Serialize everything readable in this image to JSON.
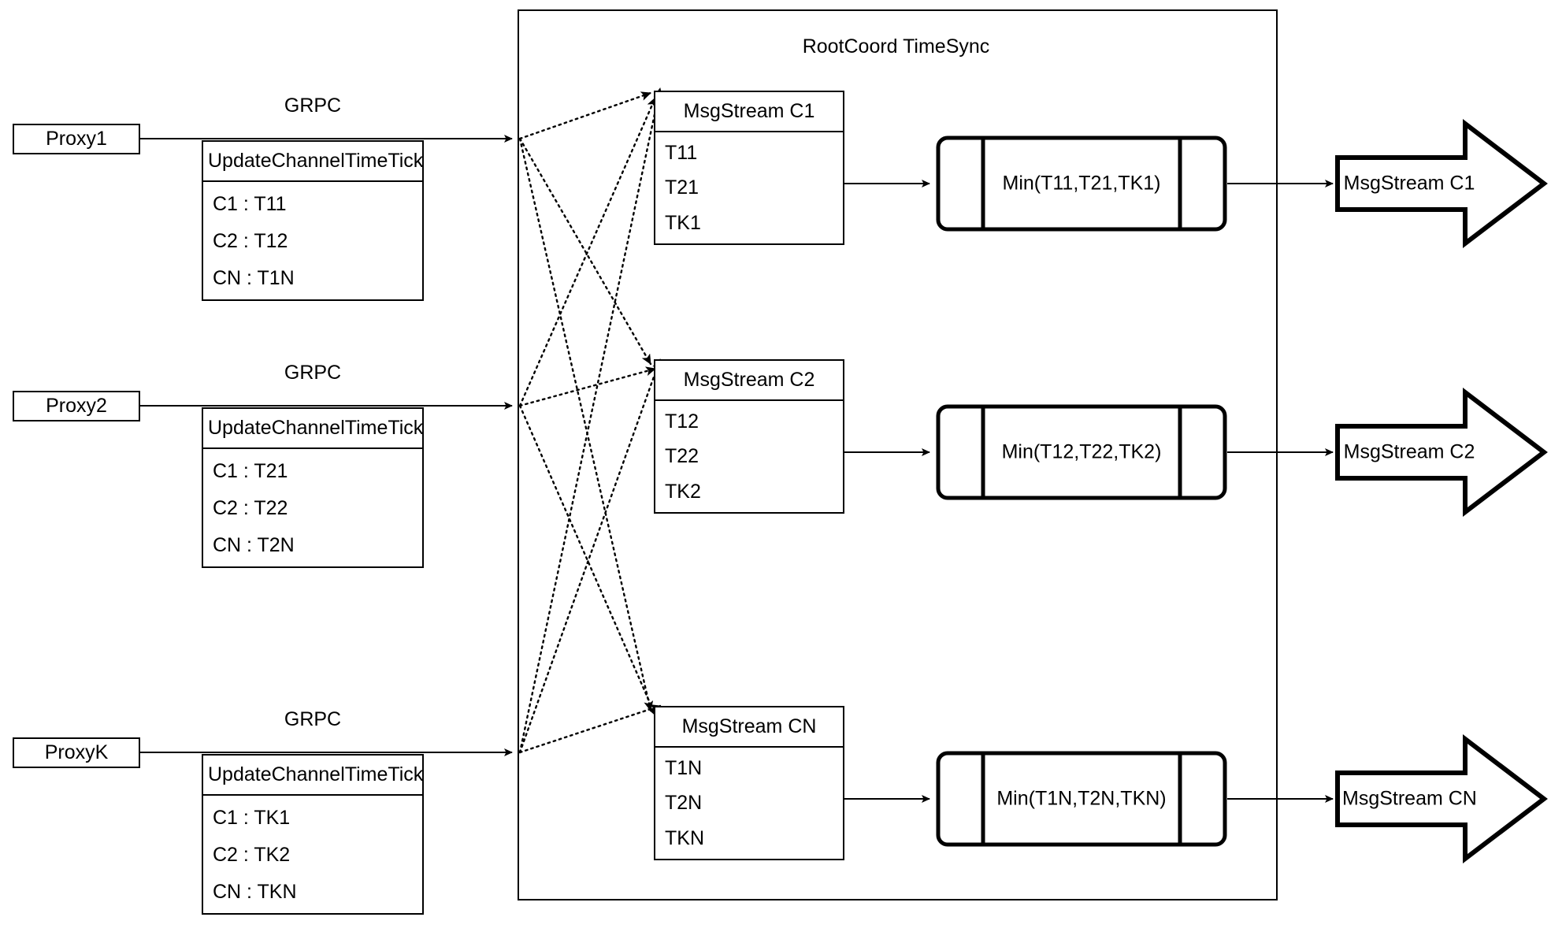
{
  "diagram": {
    "title": "RootCoord TimeSync",
    "container_label": "RootCoord TimeSync",
    "stroke_color": "#000000",
    "background_color": "#ffffff"
  },
  "proxies": [
    {
      "name": "Proxy1",
      "link_label": "GRPC",
      "request": {
        "header": "UpdateChannelTimeTick",
        "rows": [
          "C1 :  T11",
          "C2 :  T12",
          "CN : T1N"
        ]
      }
    },
    {
      "name": "Proxy2",
      "link_label": "GRPC",
      "request": {
        "header": "UpdateChannelTimeTick",
        "rows": [
          "C1 :  T21",
          "C2 :  T22",
          "CN : T2N"
        ]
      }
    },
    {
      "name": "ProxyK",
      "link_label": "GRPC",
      "request": {
        "header": "UpdateChannelTimeTick",
        "rows": [
          "C1 :  TK1",
          "C2 :  TK2",
          "CN : TKN"
        ]
      }
    }
  ],
  "channels": [
    {
      "stream": {
        "header": "MsgStream C1",
        "rows": [
          "T11",
          "T21",
          "TK1"
        ]
      },
      "process": "Min(T11,T21,TK1)",
      "output": "MsgStream C1"
    },
    {
      "stream": {
        "header": "MsgStream C2",
        "rows": [
          "T12",
          "T22",
          "TK2"
        ]
      },
      "process": "Min(T12,T22,TK2)",
      "output": "MsgStream C2"
    },
    {
      "stream": {
        "header": "MsgStream CN",
        "rows": [
          "T1N",
          "T2N",
          "TKN"
        ]
      },
      "process": "Min(T1N,T2N,TKN)",
      "output": "MsgStream CN"
    }
  ]
}
